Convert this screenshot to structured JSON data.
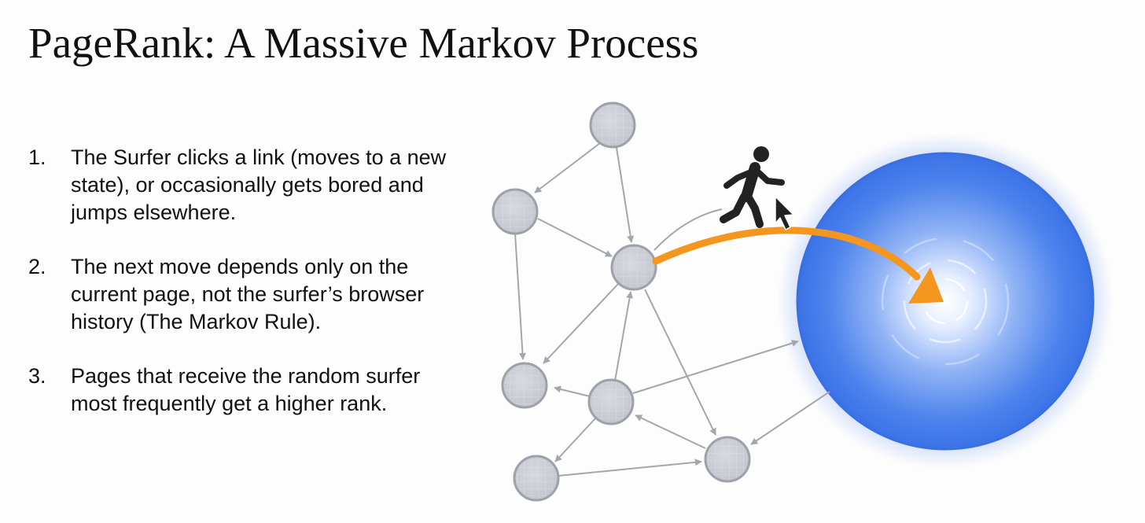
{
  "title": "PageRank: A Massive Markov Process",
  "points": [
    {
      "number": "1.",
      "text": "The Surfer clicks a link (moves to a new state), or occasionally gets bored and jumps elsewhere."
    },
    {
      "number": "2.",
      "text": "The next move depends only on the current page, not the surfer’s browser history (The Markov Rule)."
    },
    {
      "number": "3.",
      "text": "Pages that receive the random surfer most frequently get a higher rank."
    }
  ],
  "icons": {
    "walker": "walking-person-icon",
    "cursor": "mouse-pointer-icon"
  },
  "colors": {
    "text": "#111111",
    "node_fill": "#c9ccd3",
    "node_stroke": "#9da1a9",
    "edge": "#a2a6ad",
    "jump_arrow": "#f5961e",
    "glow_center": "#ffffff",
    "glow_mid": "#6f9cf2",
    "glow_edge": "#3b73e8",
    "icon": "#222222"
  }
}
